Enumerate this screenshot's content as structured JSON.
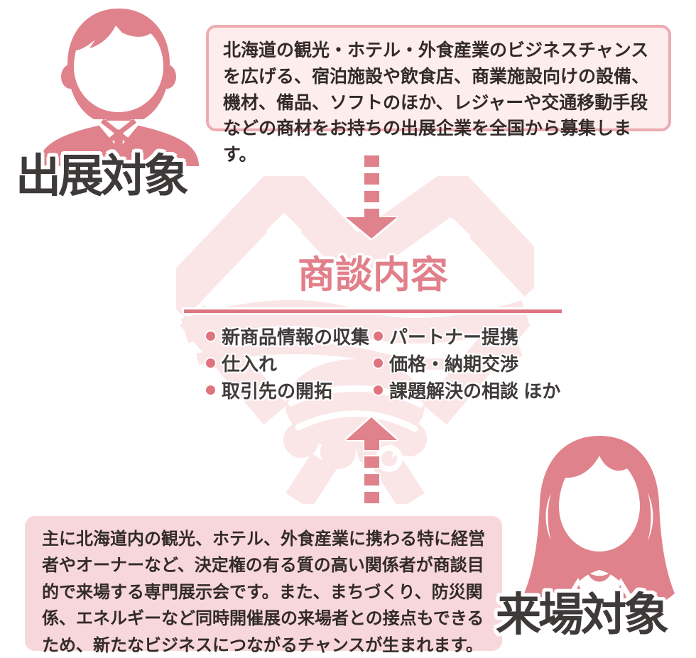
{
  "exhibitor": {
    "label": "出展対象",
    "description": "北海道の観光・ホテル・外食産業のビジネスチャンスを広げる、宿泊施設や飲食店、商業施設向けの設備、機材、備品、ソフトのほか、レジャーや交通移動手段などの商材をお持ちの出展企業を全国から募集します。"
  },
  "meeting": {
    "title": "商談内容",
    "left_items": [
      "新商品情報の収集",
      "仕入れ",
      "取引先の開拓"
    ],
    "right_items": [
      "パートナー提携",
      "価格・納期交渉",
      "課題解決の相談 ほか"
    ]
  },
  "visitor": {
    "label": "来場対象",
    "description": "主に北海道内の観光、ホテル、外食産業に携わる特に経営者やオーナーなど、決定権の有る質の高い関係者が商談目的で来場する専門展示会です。また、まちづくり、防災関係、エネルギーなど同時開催展の来場者との接点もできるため、新たなビジネスにつながるチャンスが生まれます。"
  },
  "icons": {
    "man": "businessman-silhouette",
    "woman": "businesswoman-silhouette",
    "arrow_down": "dashed-arrow-down",
    "arrow_up": "dashed-arrow-up",
    "watermark": "handshake"
  },
  "colors": {
    "accent_pink": "#e0828b",
    "title_pink": "#e1808b",
    "underline_pink": "#df7581",
    "dark_text": "#3e3a39",
    "body_text": "#322b29",
    "top_box_bg": "#fdeded",
    "top_box_border": "#edabb2",
    "bottom_box_bg": "#f8d7da",
    "watermark_pink": "#fae5e7"
  }
}
